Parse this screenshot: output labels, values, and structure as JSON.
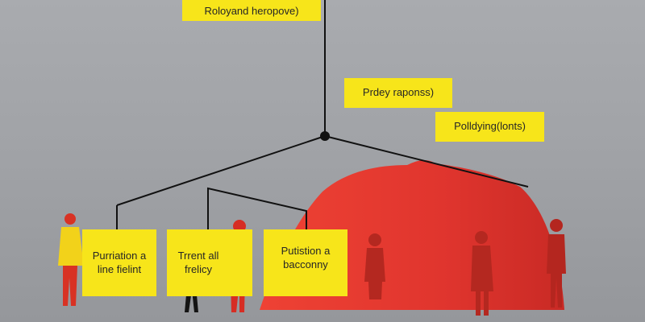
{
  "diagram": {
    "labels": {
      "top": "Roloyand heropove)",
      "mid1": "Prdey raponss)",
      "mid2": "Polldying(lonts)",
      "box1": "Purriation a\nline fielint",
      "box2": "Trrent all\nfrelicy",
      "box3": "Putistion a\nbacconny"
    },
    "colors": {
      "background": "#a3a5a9",
      "label_fill": "#f7e51a",
      "dome": "#e0352e",
      "connector": "#111111",
      "silhouette_red": "#d62d24",
      "silhouette_dark": "#141414"
    }
  }
}
